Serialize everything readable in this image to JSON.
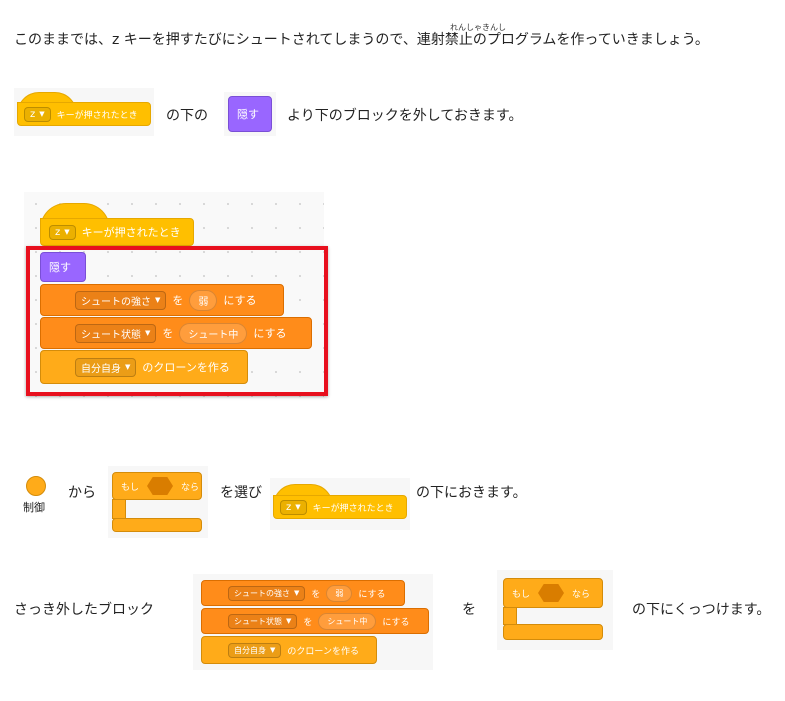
{
  "paragraph1": {
    "text_before": "このままでは、z キーを押すたびにシュートされてしまうので、",
    "ruby_word": "連射禁止",
    "ruby_reading": "れんしゃきんし",
    "text_after": "のプログラムを作っていきましょう。"
  },
  "row2": {
    "hat_key": "z",
    "hat_label": "キーが押されたとき",
    "text_middle": "の下の",
    "hide_label": "隠す",
    "text_after": "より下のブロックを外しておきます。"
  },
  "script_example": {
    "hat_key": "z",
    "hat_label": "キーが押されたとき",
    "hide_label": "隠す",
    "set1_var": "シュートの強さ",
    "set1_to": "を",
    "set1_value": "弱",
    "set1_suffix": "にする",
    "set2_var": "シュート状態",
    "set2_to": "を",
    "set2_value": "シュート中",
    "set2_suffix": "にする",
    "clone_target": "自分自身",
    "clone_suffix": "のクローンを作る"
  },
  "row4": {
    "category_label": "制御",
    "text_from": "から",
    "if_label": "もし",
    "then_label": "なら",
    "text_select": "を選び",
    "hat_key": "z",
    "hat_label": "キーが押されたとき",
    "text_after": "の下におきます。"
  },
  "row5": {
    "text_before": "さっき外したブロック",
    "set1_var": "シュートの強さ",
    "set1_to": "を",
    "set1_value": "弱",
    "set1_suffix": "にする",
    "set2_var": "シュート状態",
    "set2_to": "を",
    "set2_value": "シュート中",
    "set2_suffix": "にする",
    "clone_target": "自分自身",
    "clone_suffix": "のクローンを作る",
    "text_wo": "を",
    "if_label": "もし",
    "then_label": "なら",
    "text_after": "の下にくっつけます。"
  },
  "colors": {
    "events": "#ffbf00",
    "looks": "#9966ff",
    "variables": "#ff8c1a",
    "control": "#ffab19",
    "highlight": "#e8101e"
  }
}
